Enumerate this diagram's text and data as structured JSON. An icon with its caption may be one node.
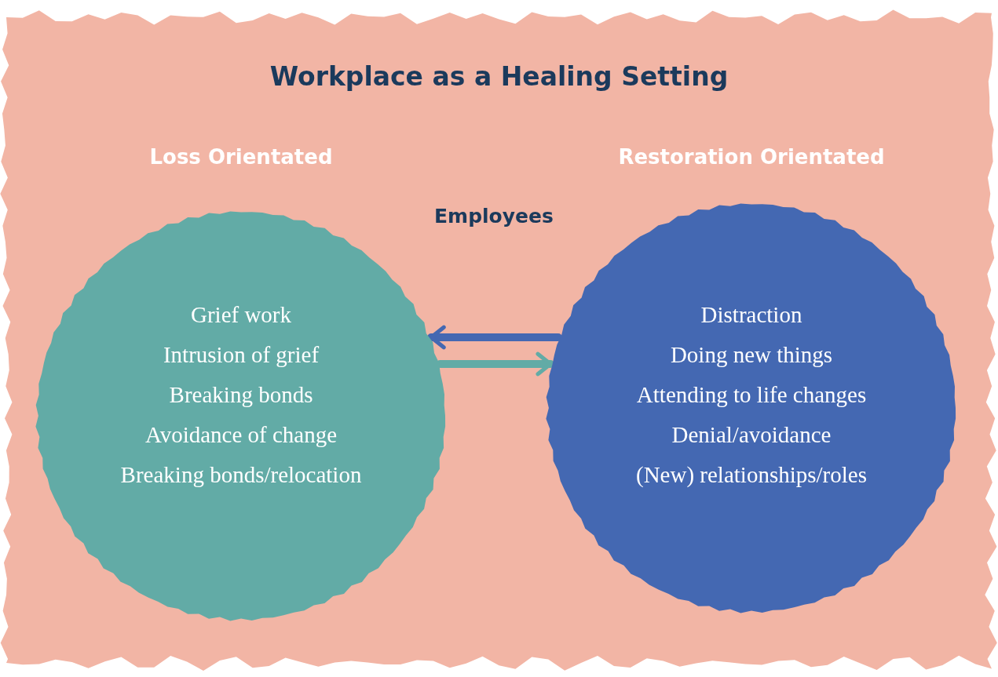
{
  "diagram": {
    "title": "Workplace as a Healing Setting",
    "nodes": [
      {
        "text": [
          "Loss Orientated",
          "Grief work",
          "Intrusion of grief",
          "Breaking bonds",
          "Avoidance of change",
          "Breaking bonds/relocation"
        ]
      },
      {
        "text": [
          "Restoration Orientated",
          "Distraction",
          "Doing new things",
          "Attending to life changes",
          "Denial/avoidance",
          "(New) relationships/roles"
        ]
      }
    ],
    "edges": [
      {
        "from": 1,
        "to": 0,
        "arrow": "to",
        "color": "#4468b2"
      },
      {
        "from": 0,
        "to": 1,
        "arrow": "to",
        "color": "#62aba6"
      }
    ],
    "labels": [
      "Employees"
    ]
  }
}
